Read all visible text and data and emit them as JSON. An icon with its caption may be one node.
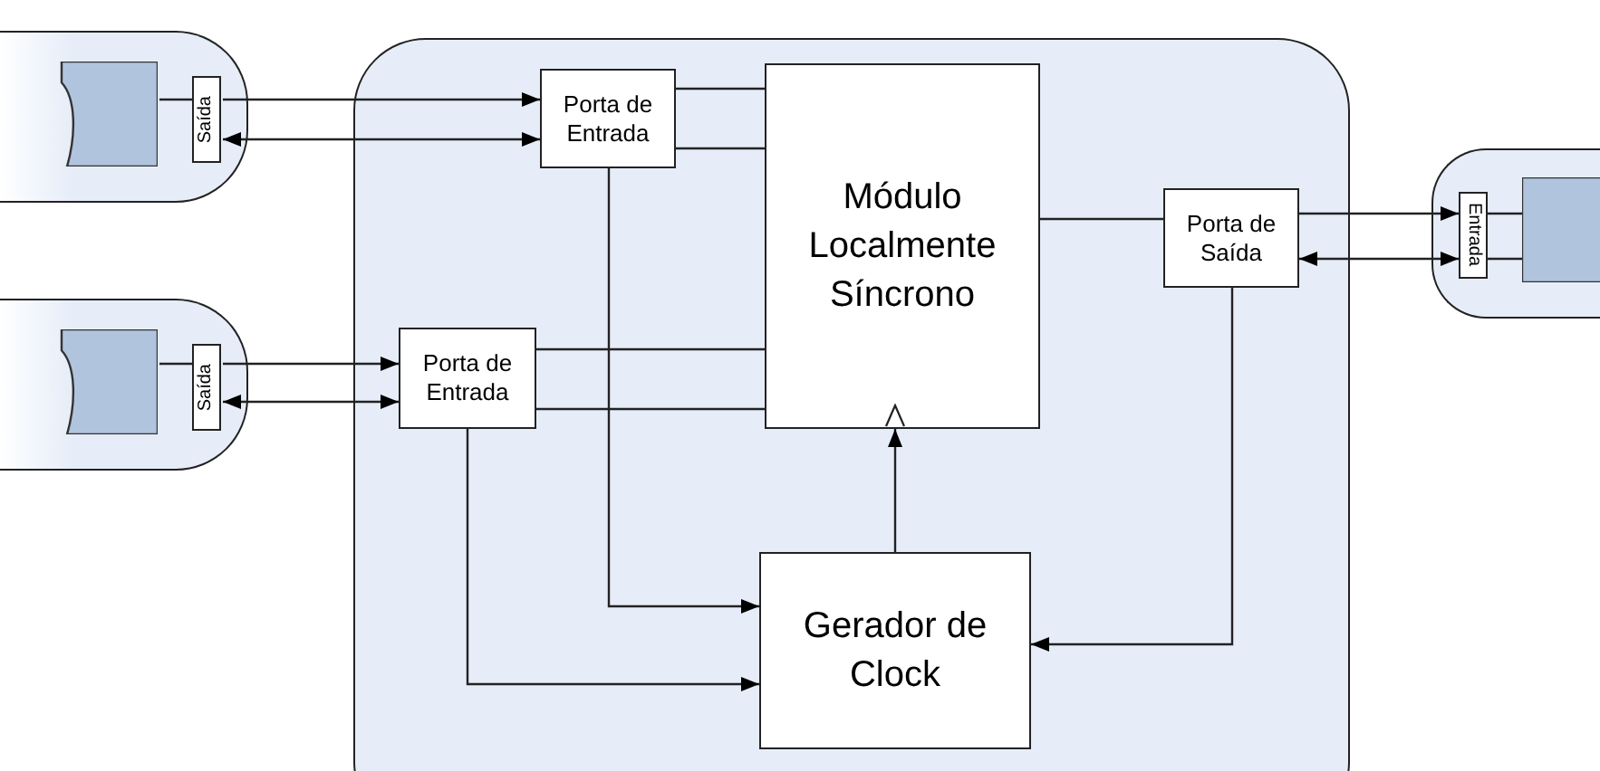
{
  "diagram": {
    "nodes": [
      {
        "text": [],
        "shape": "box"
      },
      {
        "text": [],
        "shape": "box"
      },
      {
        "text": [],
        "shape": "box",
        "in": 1
      },
      {
        "text": [
          "Saída"
        ],
        "in": 1
      },
      {
        "text": [],
        "shape": "box"
      },
      {
        "text": [],
        "shape": "box",
        "in": 4
      },
      {
        "text": [
          "Saída"
        ],
        "in": 4
      },
      {
        "text": [],
        "shape": "box"
      },
      {
        "text": [
          "Entrada"
        ],
        "in": 7
      },
      {
        "text": [],
        "shape": "box",
        "in": 7
      },
      {
        "text": [
          "Porta de Entrada"
        ],
        "in": 0
      },
      {
        "text": [
          "Módulo Localmente Síncrono"
        ],
        "in": 0
      },
      {
        "text": [
          "Porta de Entrada"
        ],
        "in": 0
      },
      {
        "text": [
          "Porta de Saída"
        ],
        "in": 0
      },
      {
        "text": [
          "Gerador de Clock"
        ],
        "in": 0
      }
    ],
    "edges": [
      {
        "from": 2,
        "to": 3,
        "arrow": "none"
      },
      {
        "from": 3,
        "to": 10,
        "arrow": "to"
      },
      {
        "from": 3,
        "to": 10,
        "arrow": "both"
      },
      {
        "from": 5,
        "to": 6,
        "arrow": "none"
      },
      {
        "from": 6,
        "to": 12,
        "arrow": "to"
      },
      {
        "from": 6,
        "to": 12,
        "arrow": "both"
      },
      {
        "from": 10,
        "to": 11,
        "arrow": "none"
      },
      {
        "from": 10,
        "to": 11,
        "arrow": "none"
      },
      {
        "from": 12,
        "to": 11,
        "arrow": "none"
      },
      {
        "from": 12,
        "to": 11,
        "arrow": "none"
      },
      {
        "from": 11,
        "to": 13,
        "arrow": "none"
      },
      {
        "from": 13,
        "to": 8,
        "arrow": "to"
      },
      {
        "from": 13,
        "to": 8,
        "arrow": "both"
      },
      {
        "from": 8,
        "to": 9,
        "arrow": "none"
      },
      {
        "from": 8,
        "to": 9,
        "arrow": "none"
      },
      {
        "from": 10,
        "to": 14,
        "arrow": "to"
      },
      {
        "from": 12,
        "to": 14,
        "arrow": "to"
      },
      {
        "from": 13,
        "to": 14,
        "arrow": "to"
      },
      {
        "from": 14,
        "to": 11,
        "arrow": "to"
      }
    ]
  }
}
